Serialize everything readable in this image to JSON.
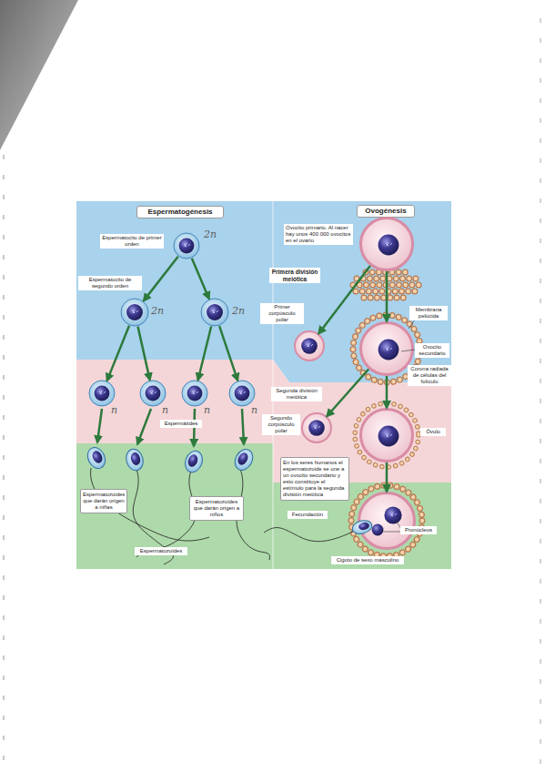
{
  "diagram": {
    "nodes": [
      {
        "text": [
          "Espermatogénesis"
        ]
      },
      {
        "text": [
          "Espermatocito de primer orden",
          "2n"
        ]
      },
      {
        "text": [
          "Espermatocito de segundo orden",
          "2n"
        ]
      },
      {
        "text": [
          "2n"
        ]
      },
      {
        "text": [
          "n"
        ]
      },
      {
        "text": [
          "n"
        ]
      },
      {
        "text": [
          "n"
        ]
      },
      {
        "text": [
          "n"
        ]
      },
      {
        "text": [
          "Espermatozoides que darán origen a niñas"
        ]
      },
      {
        "text": [
          "Espermatozoides que darán origen a niños"
        ]
      },
      {
        "text": [
          "Ovogénesis"
        ]
      },
      {
        "text": [
          "Ovocito primario. Al nacer hay unos 400 000 ovocitos en el ovario"
        ]
      },
      {
        "text": [
          "Primer corpúsculo polar"
        ]
      },
      {
        "text": [
          "Ovocito secundario"
        ]
      },
      {
        "text": [
          "Segundo corpúsculo polar"
        ]
      },
      {
        "text": [
          "Óvulo"
        ]
      },
      {
        "text": [
          "En los seres humanos el espermatozoide se une a un ovocito secundario y esto constituye el estímulo para la segunda división meiótica"
        ]
      },
      {
        "text": [
          "Cigoto de sexo masculino"
        ]
      }
    ],
    "edges": [
      {
        "from": 1,
        "to": 2,
        "arrow": "to"
      },
      {
        "from": 1,
        "to": 3,
        "arrow": "to"
      },
      {
        "from": 2,
        "to": 4,
        "arrow": "to"
      },
      {
        "from": 2,
        "to": 5,
        "arrow": "to"
      },
      {
        "from": 3,
        "to": 6,
        "arrow": "to"
      },
      {
        "from": 3,
        "to": 7,
        "arrow": "to"
      },
      {
        "from": 11,
        "to": 12,
        "arrow": "to"
      },
      {
        "from": 11,
        "to": 13,
        "arrow": "to"
      },
      {
        "from": 13,
        "to": 14,
        "arrow": "to"
      },
      {
        "from": 13,
        "to": 15,
        "arrow": "to"
      },
      {
        "from": 15,
        "to": 17,
        "arrow": "to"
      }
    ],
    "labels": [
      "Primera división meiótica",
      "Membrana pelúcida",
      "Corona radiada de células del folículo",
      "Segunda división meiótica",
      "Espermátides",
      "Fecundación",
      "Espermatozoides",
      "Pronúcleos"
    ]
  }
}
